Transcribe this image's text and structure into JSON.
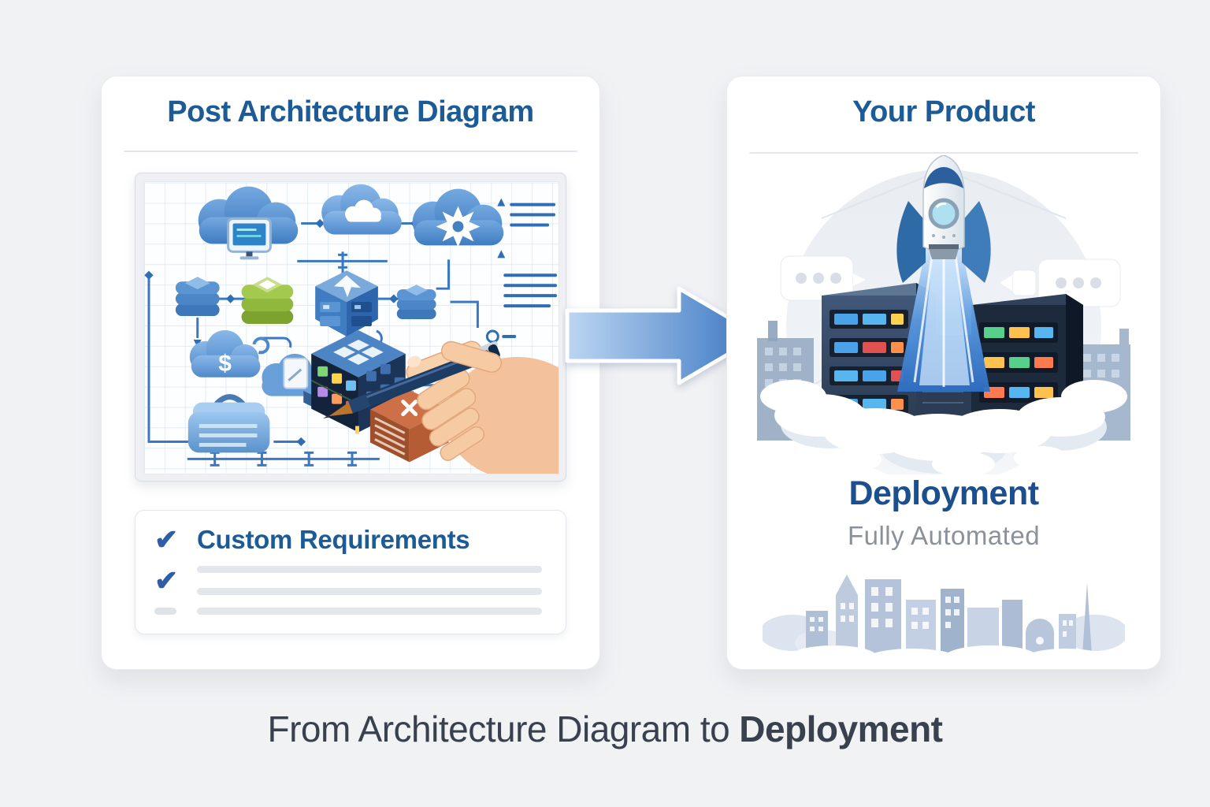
{
  "page": {
    "background": "#f1f2f4"
  },
  "left_card": {
    "title": "Post Architecture Diagram",
    "diagram_icons": [
      "cloud-monitor-icon",
      "cloud-icon",
      "cloud-gear-icon",
      "database-blue-icon",
      "database-green-icon",
      "server-cube-plane-icon",
      "database-small-icon",
      "cloud-dollar-icon",
      "cloud-clipboard-icon",
      "app-cube-icon",
      "package-orange-icon",
      "briefcase-icon",
      "hand-with-pen-icon"
    ],
    "checklist": {
      "title": "Custom Requirements"
    }
  },
  "arrow": {
    "direction": "right"
  },
  "right_card": {
    "title": "Your Product",
    "caption": "Deployment",
    "subcaption": "Fully Automated",
    "illustration_icons": [
      "rocket-icon",
      "server-towers",
      "launch-clouds",
      "chat-bubble-left",
      "chat-bubble-right",
      "city-skyline"
    ]
  },
  "footer": {
    "prefix": "From Architecture Diagram to",
    "bold": "Deployment"
  },
  "glyphs": {
    "check": "✔",
    "dollar": "$"
  },
  "colors": {
    "title_blue": "#1d5b97",
    "deployment_blue": "#1c4f8d",
    "muted_gray": "#8b919b",
    "footer_dark": "#39414e",
    "accent_blue": "#3b78c4",
    "check_blue": "#2e5ea8",
    "arrow_gradient_start": "#bcd6f2",
    "arrow_gradient_end": "#3a76c2"
  }
}
